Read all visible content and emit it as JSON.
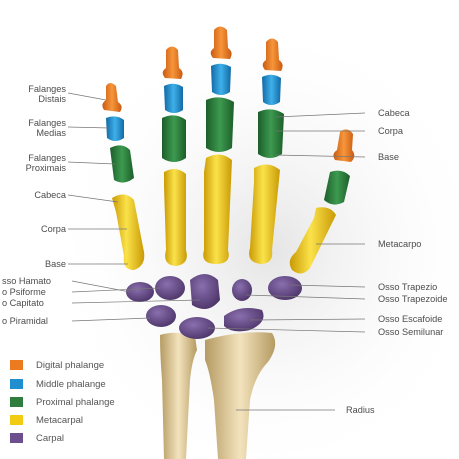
{
  "labels": {
    "falanges_distais": "Falanges\nDistais",
    "falanges_medias": "Falanges\nMedias",
    "falanges_proximais": "Falanges\nProximais",
    "cabeca_left": "Cabeca",
    "corpa_left": "Corpa",
    "base_left": "Base",
    "osso_hamato": "sso Hamato",
    "osso_psiforme": "o Psiforme",
    "osso_capitato": "o Capitato",
    "osso_piramidal": "o Piramidal",
    "cabeca_right": "Cabeca",
    "corpa_right": "Corpa",
    "base_right": "Base",
    "metacarpo": "Metacarpo",
    "osso_trapezio": "Osso Trapezio",
    "osso_trapezoide": "Osso Trapezoide",
    "osso_escafoide": "Osso Escafoide",
    "osso_semilunar": "Osso Semilunar",
    "radius": "Radius"
  },
  "legend": [
    {
      "label": "Digital phalange",
      "color": "#ec7a1f"
    },
    {
      "label": "Middle phalange",
      "color": "#1f8fd0"
    },
    {
      "label": "Proximal phalange",
      "color": "#2e7d3e"
    },
    {
      "label": "Metacarpal",
      "color": "#f1cc12"
    },
    {
      "label": "Carpal",
      "color": "#6b4f8e"
    }
  ],
  "colors": {
    "distal": "#ec7a1f",
    "middle": "#1f8fd0",
    "proximal": "#2e7d3e",
    "metacarpal": "#f1cc12",
    "carpal": "#6b4f8e",
    "forearm": "#e8d4a4"
  }
}
